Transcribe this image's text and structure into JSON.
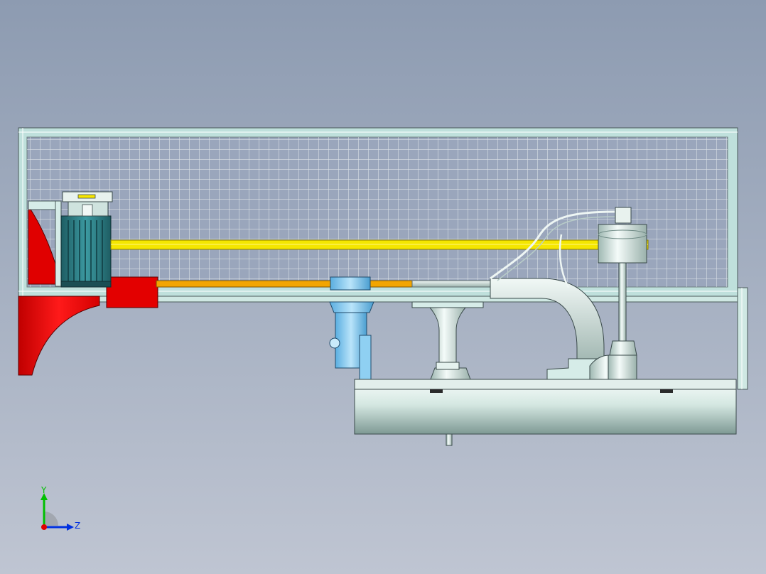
{
  "scene": {
    "background_top": "#8d9bb1",
    "background_bottom": "#bfc5d2",
    "parts": [
      {
        "name": "enclosure-frame",
        "color": "#bfe0dc"
      },
      {
        "name": "wire-mesh-panel",
        "color": "#ffffff"
      },
      {
        "name": "motor-bracket-left",
        "color": "#e30000"
      },
      {
        "name": "drive-motor",
        "color": "#2f7f86"
      },
      {
        "name": "motor-pulley",
        "color": "#e8f2ee"
      },
      {
        "name": "drive-belt",
        "color": "#f3e600"
      },
      {
        "name": "lower-shaft",
        "color": "#f0a000"
      },
      {
        "name": "shaft-coupling",
        "color": "#7fc8ee"
      },
      {
        "name": "outlet-spout",
        "color": "#7fc8ee"
      },
      {
        "name": "pump-column",
        "color": "#d6ece8"
      },
      {
        "name": "elbow-pipe",
        "color": "#d6ece8"
      },
      {
        "name": "driven-pulley",
        "color": "#e8f2ee"
      },
      {
        "name": "vertical-shaft",
        "color": "#d6ece8"
      },
      {
        "name": "tank-cylinder",
        "color": "#c7ddd6"
      }
    ]
  },
  "triad": {
    "y_label": "Y",
    "z_label": "Z",
    "y_color": "#00c000",
    "z_color": "#0030e0",
    "x_color": "#e00000"
  }
}
